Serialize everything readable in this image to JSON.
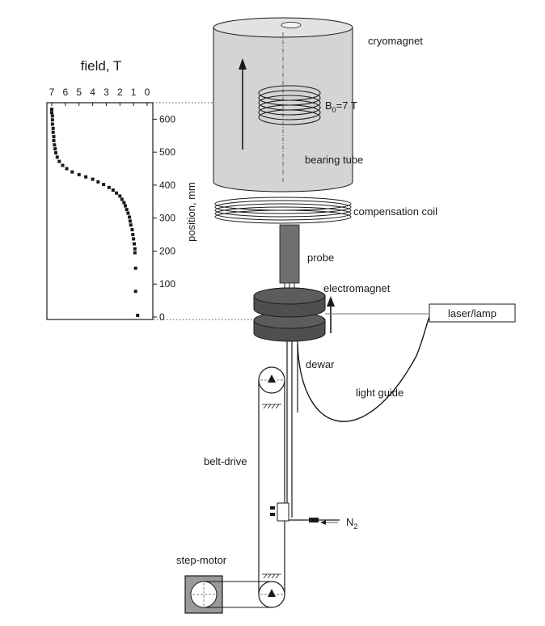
{
  "labels": {
    "cryomagnet": "cryomagnet",
    "b0_main": "B",
    "b0_sub": "0",
    "b0_value": "=7 T",
    "bearing_tube": "bearing tube",
    "compensation_coil": "compensation coil",
    "probe": "probe",
    "electromagnet": "electromagnet",
    "laser_lamp": "laser/lamp",
    "dewar": "dewar",
    "light_guide": "light guide",
    "belt_drive": "belt-drive",
    "n2_main": "N",
    "n2_sub": "2",
    "step_motor": "step-motor"
  },
  "colors": {
    "ink": "#1a1a1a",
    "cylinder_fill": "#d4d4d4",
    "dark_fill": "#555555",
    "probe_fill": "#6f6f6f",
    "motor_fill": "#9a9a9a"
  },
  "chart_data": {
    "type": "scatter",
    "title": "field, T",
    "xlabel": "field, T",
    "ylabel": "position, mm",
    "x_axis_reversed": true,
    "x_ticks": [
      "7",
      "6",
      "5",
      "4",
      "3",
      "2",
      "1",
      "0"
    ],
    "y_ticks": [
      "0",
      "100",
      "200",
      "300",
      "400",
      "500",
      "600"
    ],
    "xlim": [
      0,
      7
    ],
    "ylim": [
      0,
      650
    ],
    "grid": false,
    "series": [
      {
        "points": [
          {
            "x": 7.0,
            "y": 630
          },
          {
            "x": 7.0,
            "y": 620
          },
          {
            "x": 6.95,
            "y": 610
          },
          {
            "x": 6.95,
            "y": 598
          },
          {
            "x": 6.95,
            "y": 585
          },
          {
            "x": 6.9,
            "y": 572
          },
          {
            "x": 6.9,
            "y": 560
          },
          {
            "x": 6.85,
            "y": 547
          },
          {
            "x": 6.85,
            "y": 535
          },
          {
            "x": 6.8,
            "y": 522
          },
          {
            "x": 6.75,
            "y": 510
          },
          {
            "x": 6.7,
            "y": 498
          },
          {
            "x": 6.6,
            "y": 485
          },
          {
            "x": 6.45,
            "y": 472
          },
          {
            "x": 6.2,
            "y": 460
          },
          {
            "x": 5.9,
            "y": 450
          },
          {
            "x": 5.5,
            "y": 440
          },
          {
            "x": 5.0,
            "y": 432
          },
          {
            "x": 4.5,
            "y": 425
          },
          {
            "x": 4.0,
            "y": 418
          },
          {
            "x": 3.6,
            "y": 410
          },
          {
            "x": 3.2,
            "y": 402
          },
          {
            "x": 2.8,
            "y": 393
          },
          {
            "x": 2.5,
            "y": 385
          },
          {
            "x": 2.25,
            "y": 376
          },
          {
            "x": 2.0,
            "y": 367
          },
          {
            "x": 1.85,
            "y": 357
          },
          {
            "x": 1.7,
            "y": 347
          },
          {
            "x": 1.6,
            "y": 337
          },
          {
            "x": 1.5,
            "y": 326
          },
          {
            "x": 1.4,
            "y": 315
          },
          {
            "x": 1.3,
            "y": 303
          },
          {
            "x": 1.25,
            "y": 291
          },
          {
            "x": 1.2,
            "y": 279
          },
          {
            "x": 1.1,
            "y": 265
          },
          {
            "x": 1.05,
            "y": 250
          },
          {
            "x": 1.0,
            "y": 237
          },
          {
            "x": 0.95,
            "y": 222
          },
          {
            "x": 0.9,
            "y": 207
          },
          {
            "x": 0.9,
            "y": 195
          },
          {
            "x": 0.85,
            "y": 148
          },
          {
            "x": 0.85,
            "y": 78
          },
          {
            "x": 0.7,
            "y": 5
          }
        ]
      }
    ]
  }
}
